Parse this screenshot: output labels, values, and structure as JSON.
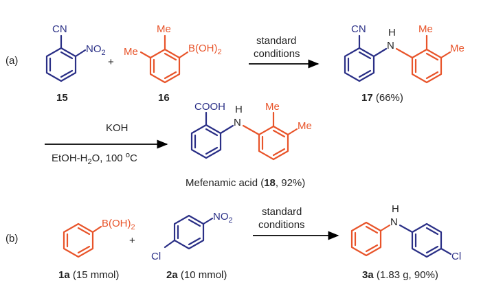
{
  "colors": {
    "blue": "#2a2f86",
    "orange": "#e8542a",
    "black": "#222222"
  },
  "part_a": {
    "label": "(a)",
    "c15": {
      "cn": "CN",
      "no2": "NO",
      "no2_sub": "2",
      "id": "15"
    },
    "plus": "+",
    "c16": {
      "me1": "Me",
      "me2": "Me",
      "boh": "B(OH)",
      "boh_sub": "2",
      "id": "16"
    },
    "arrow1": {
      "line1": "standard",
      "line2": "conditions"
    },
    "c17": {
      "cn": "CN",
      "nh": "H",
      "n": "N",
      "me1": "Me",
      "me2": "Me",
      "id": "17",
      "yield": " (66%)"
    },
    "arrow2": {
      "line1": "KOH",
      "line2_pre": "EtOH-H",
      "line2_sub": "2",
      "line2_post": "O, 100 ",
      "line2_sup": "o",
      "line2_end": "C"
    },
    "c18": {
      "cooh": "COOH",
      "nh": "H",
      "n": "N",
      "me1": "Me",
      "me2": "Me",
      "name_pre": "Mefenamic acid (",
      "id": "18",
      "name_post": ", 92%)"
    }
  },
  "part_b": {
    "label": "(b)",
    "c1a": {
      "boh": "B(OH)",
      "boh_sub": "2",
      "id": "1a",
      "amount": " (15 mmol)"
    },
    "plus": "+",
    "c2a": {
      "no2": "NO",
      "no2_sub": "2",
      "cl": "Cl",
      "id": "2a",
      "amount": " (10 mmol)"
    },
    "arrow": {
      "line1": "standard",
      "line2": "conditions"
    },
    "c3a": {
      "nh": "H",
      "n": "N",
      "cl": "Cl",
      "id": "3a",
      "amount": " (1.83 g, 90%)"
    }
  }
}
